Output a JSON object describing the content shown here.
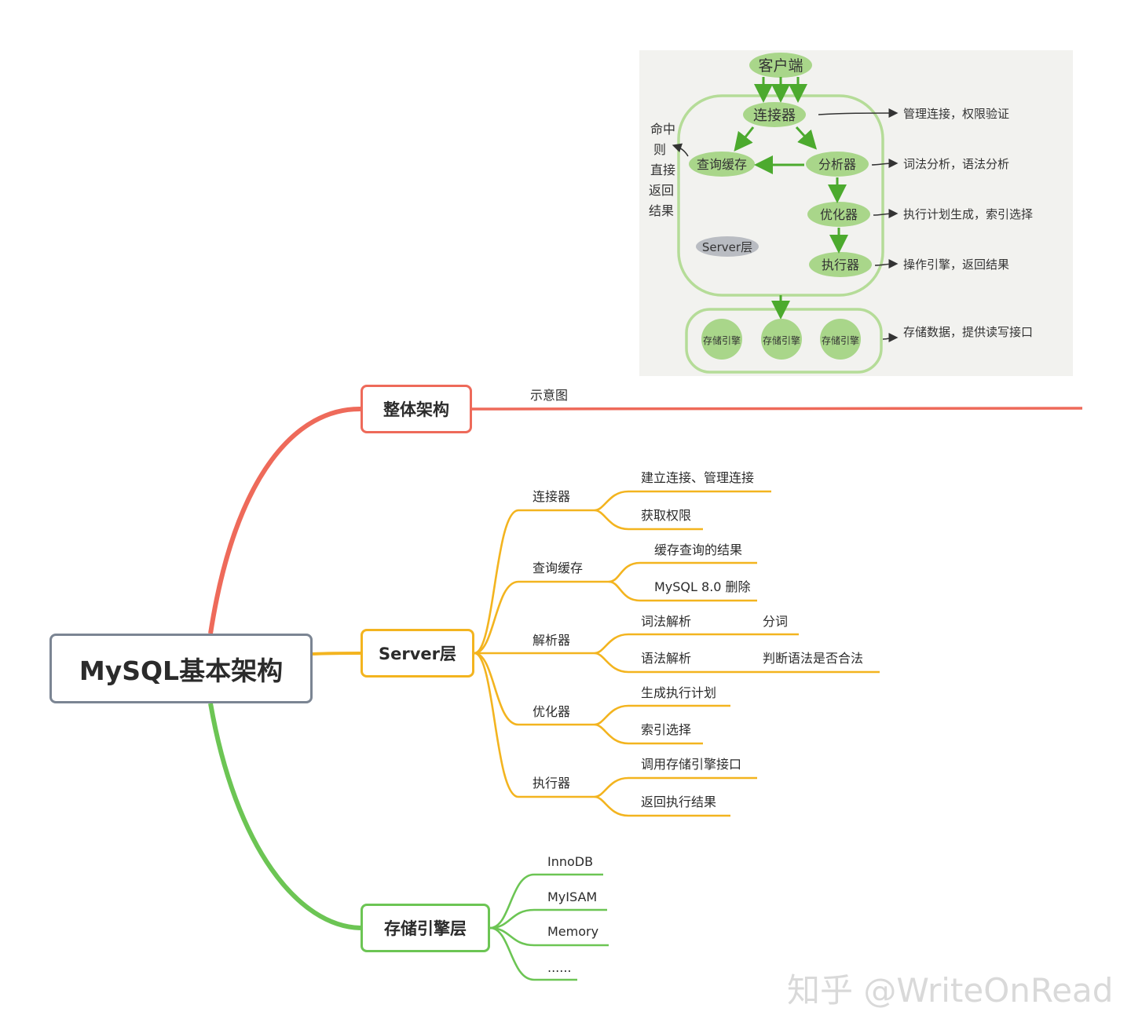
{
  "root": "MySQL基本架构",
  "branches": {
    "overall": {
      "label": "整体架构",
      "child": "示意图"
    },
    "server": {
      "label": "Server层",
      "children": [
        {
          "label": "连接器",
          "items": [
            "建立连接、管理连接",
            "获取权限"
          ]
        },
        {
          "label": "查询缓存",
          "items": [
            "缓存查询的结果",
            "MySQL 8.0 删除"
          ]
        },
        {
          "label": "解析器",
          "items": [
            "词法解析",
            "语法解析"
          ],
          "sub": [
            "分词",
            "判断语法是否合法"
          ]
        },
        {
          "label": "优化器",
          "items": [
            "生成执行计划",
            "索引选择"
          ]
        },
        {
          "label": "执行器",
          "items": [
            "调用存储引擎接口",
            "返回执行结果"
          ]
        }
      ]
    },
    "storage": {
      "label": "存储引擎层",
      "children": [
        "InnoDB",
        "MyISAM",
        "Memory",
        "......"
      ]
    }
  },
  "sketch": {
    "client": "客户端",
    "connector": "连接器",
    "query_cache": "查询缓存",
    "analyzer": "分析器",
    "optimizer": "优化器",
    "executor": "执行器",
    "server_layer": "Server层",
    "engine": "存储引擎",
    "hit_note": [
      "命中",
      "则",
      "直接",
      "返回",
      "结果"
    ],
    "notes": {
      "connector": "管理连接，权限验证",
      "analyzer": "词法分析，语法分析",
      "optimizer": "执行计划生成，索引选择",
      "executor": "操作引擎，返回结果",
      "engine": "存储数据，提供读写接口"
    }
  },
  "watermark": "知乎 @WriteOnRead",
  "colors": {
    "overall": "#ee6a5a",
    "server": "#f3b41f",
    "storage": "#6cc554",
    "root_border": "#7b8593",
    "sketch_green": "#8cc86a"
  }
}
